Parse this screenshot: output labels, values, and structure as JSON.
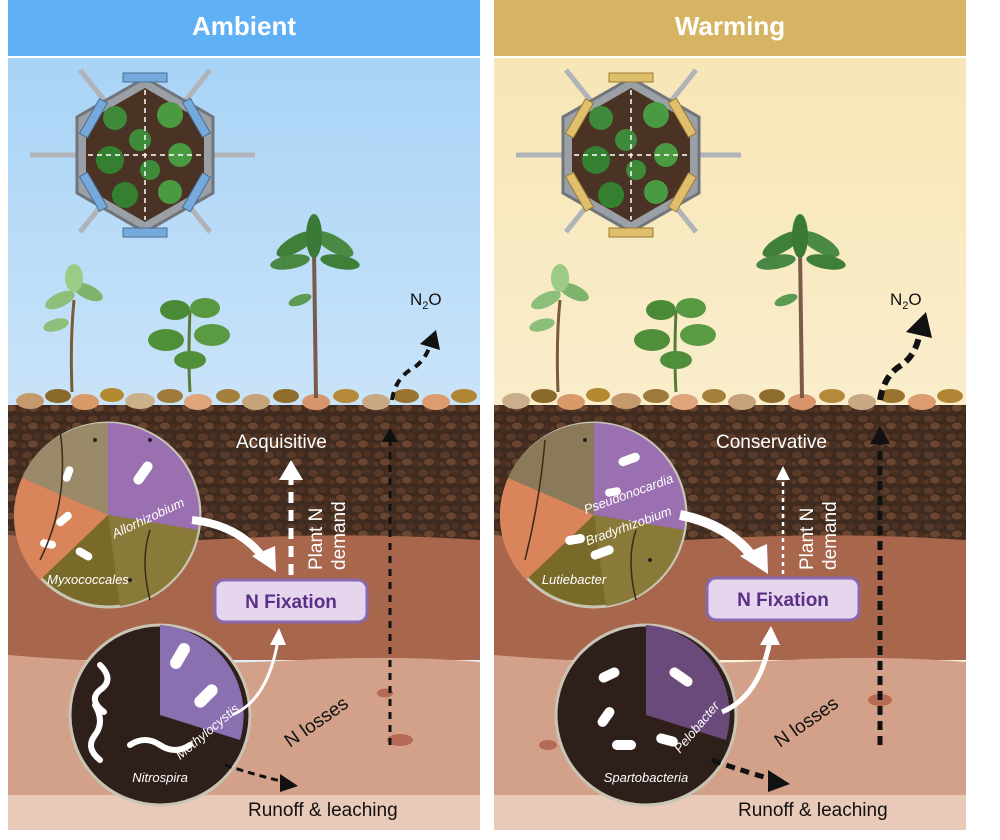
{
  "panels": [
    {
      "title": "Ambient",
      "theme": {
        "header": "#5fb0f4",
        "sky_top": "#a8d3f6",
        "sky_bottom": "#f3f8fc",
        "frame": "#8fc4ea",
        "pot": "#76a9dc"
      },
      "trait_label": "Acquisitive",
      "demand_label_1": "Plant N",
      "demand_label_2": "demand",
      "fixation_label": "N Fixation",
      "gas_label_main": "N",
      "gas_label_sub": "2",
      "gas_label_tail": "O",
      "losses_label": "N losses",
      "runoff_label": "Runoff & leaching",
      "upper_microbes": [
        "Allorhizobium",
        "Myxococcales"
      ],
      "lower_microbes": [
        "Methylocystis",
        "Nitrospira"
      ]
    },
    {
      "title": "Warming",
      "theme": {
        "header": "#d7b463",
        "sky_top": "#f7e6b6",
        "sky_bottom": "#fcf6e6",
        "frame": "#e5cd8e",
        "pot": "#e0bf6c"
      },
      "trait_label": "Conservative",
      "demand_label_1": "Plant N",
      "demand_label_2": "demand",
      "fixation_label": "N Fixation",
      "gas_label_main": "N",
      "gas_label_sub": "2",
      "gas_label_tail": "O",
      "losses_label": "N losses",
      "runoff_label": "Runoff & leaching",
      "upper_microbes": [
        "Pseudonocardia",
        "Bradyrhizobium",
        "Lutiebacter"
      ],
      "lower_microbes": [
        "Pelobacter",
        "Spartobacteria"
      ]
    }
  ]
}
